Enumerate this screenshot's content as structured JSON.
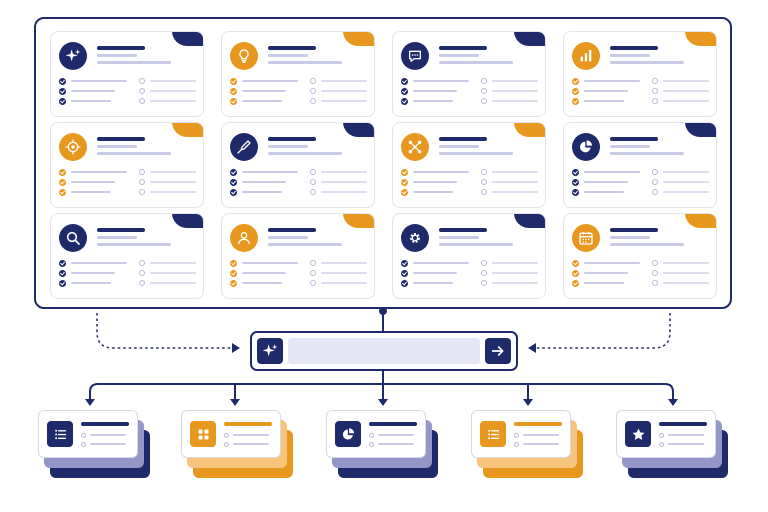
{
  "colors": {
    "navy": "#1f2a6b",
    "orange": "#e8981e",
    "lavender": "#c9cbe6",
    "field": "#e6e7f4",
    "peach": "#f6c47c",
    "soft_navy": "#9396c7"
  },
  "cards": [
    {
      "icon": "sparkle-icon",
      "accent": "navy"
    },
    {
      "icon": "lightbulb-icon",
      "accent": "orange"
    },
    {
      "icon": "chat-bubble-icon",
      "accent": "navy"
    },
    {
      "icon": "bar-chart-icon",
      "accent": "orange"
    },
    {
      "icon": "target-icon",
      "accent": "orange"
    },
    {
      "icon": "pen-nib-icon",
      "accent": "navy"
    },
    {
      "icon": "network-icon",
      "accent": "orange"
    },
    {
      "icon": "pie-chart-icon",
      "accent": "navy"
    },
    {
      "icon": "search-icon",
      "accent": "navy"
    },
    {
      "icon": "user-icon",
      "accent": "orange"
    },
    {
      "icon": "gear-icon",
      "accent": "navy"
    },
    {
      "icon": "calendar-icon",
      "accent": "orange"
    }
  ],
  "search_bar": {
    "left_icon": "sparkle-icon",
    "right_icon": "arrow-right-icon",
    "value": ""
  },
  "outputs": [
    {
      "icon": "list-icon",
      "accent": "navy"
    },
    {
      "icon": "grid-icon",
      "accent": "orange"
    },
    {
      "icon": "pie-chart-icon",
      "accent": "navy"
    },
    {
      "icon": "list-icon",
      "accent": "orange"
    },
    {
      "icon": "star-icon",
      "accent": "navy"
    }
  ]
}
